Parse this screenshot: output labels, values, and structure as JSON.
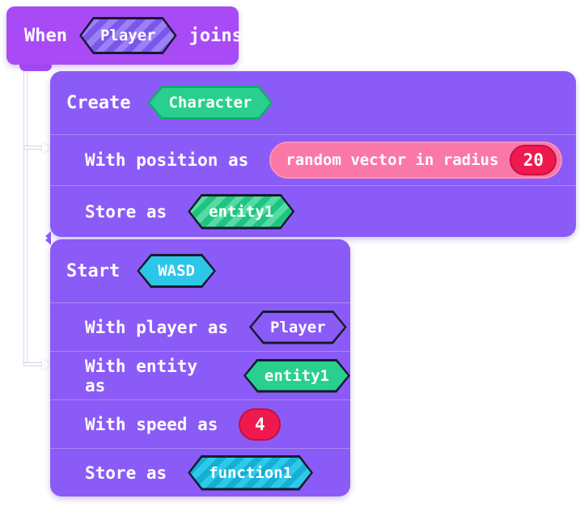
{
  "colors": {
    "when_block_bg": "#a94af7",
    "group_block_bg": "#8b5bf7",
    "chip_border_dark": "#171a2e",
    "green_chip": "#29cf8e",
    "green_stripe_light": "#55dba3",
    "cyan_chip": "#2cc6e8",
    "purple_stripe_light": "#9b80f6",
    "pink_pill": "#fa78a8",
    "red_badge": "#ee1a4f",
    "connector_line": "#ffffff",
    "text": "#ffffff"
  },
  "when_block": {
    "prefix": "When",
    "player_chip": "Player",
    "suffix": "joins"
  },
  "create_group": {
    "title": "Create",
    "type_chip": "Character",
    "rows": [
      {
        "label": "With position as",
        "pill_label": "random vector in radius",
        "pill_value": "20"
      },
      {
        "label": "Store as",
        "chip": "entity1"
      }
    ]
  },
  "start_group": {
    "title": "Start",
    "type_chip": "WASD",
    "rows": [
      {
        "label": "With player as",
        "chip": "Player"
      },
      {
        "label": "With entity as",
        "chip": "entity1"
      },
      {
        "label": "With speed as",
        "chip": "4"
      },
      {
        "label": "Store as",
        "chip": "function1"
      }
    ]
  }
}
